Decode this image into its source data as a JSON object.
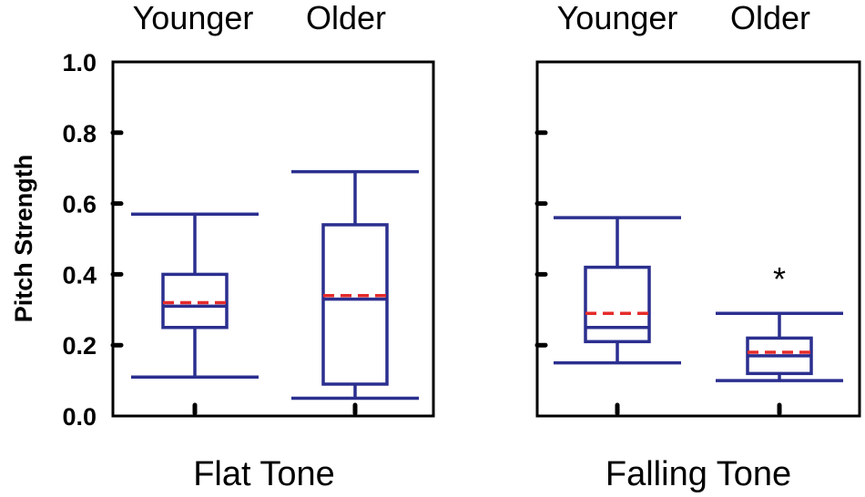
{
  "chart_data": {
    "type": "box",
    "ylabel": "Pitch Strength",
    "ylim": [
      0.0,
      1.0
    ],
    "yticks": [
      "0.0",
      "0.2",
      "0.4",
      "0.6",
      "0.8",
      "1.0"
    ],
    "grid": false,
    "panels": [
      {
        "title": "Flat Tone",
        "group_labels": [
          "Younger",
          "Older"
        ],
        "groups": [
          {
            "label": "Younger",
            "whisker_low": 0.11,
            "q1": 0.25,
            "median": 0.31,
            "mean": 0.32,
            "q3": 0.4,
            "whisker_high": 0.57,
            "annotation": ""
          },
          {
            "label": "Older",
            "whisker_low": 0.05,
            "q1": 0.09,
            "median": 0.33,
            "mean": 0.34,
            "q3": 0.54,
            "whisker_high": 0.69,
            "annotation": ""
          }
        ]
      },
      {
        "title": "Falling Tone",
        "group_labels": [
          "Younger",
          "Older"
        ],
        "groups": [
          {
            "label": "Younger",
            "whisker_low": 0.15,
            "q1": 0.21,
            "median": 0.25,
            "mean": 0.29,
            "q3": 0.42,
            "whisker_high": 0.56,
            "annotation": ""
          },
          {
            "label": "Older",
            "whisker_low": 0.1,
            "q1": 0.12,
            "median": 0.17,
            "mean": 0.18,
            "q3": 0.22,
            "whisker_high": 0.29,
            "annotation": "*"
          }
        ]
      }
    ],
    "colors": {
      "box": "#2b2f8f",
      "mean": "#e52b2b"
    }
  }
}
